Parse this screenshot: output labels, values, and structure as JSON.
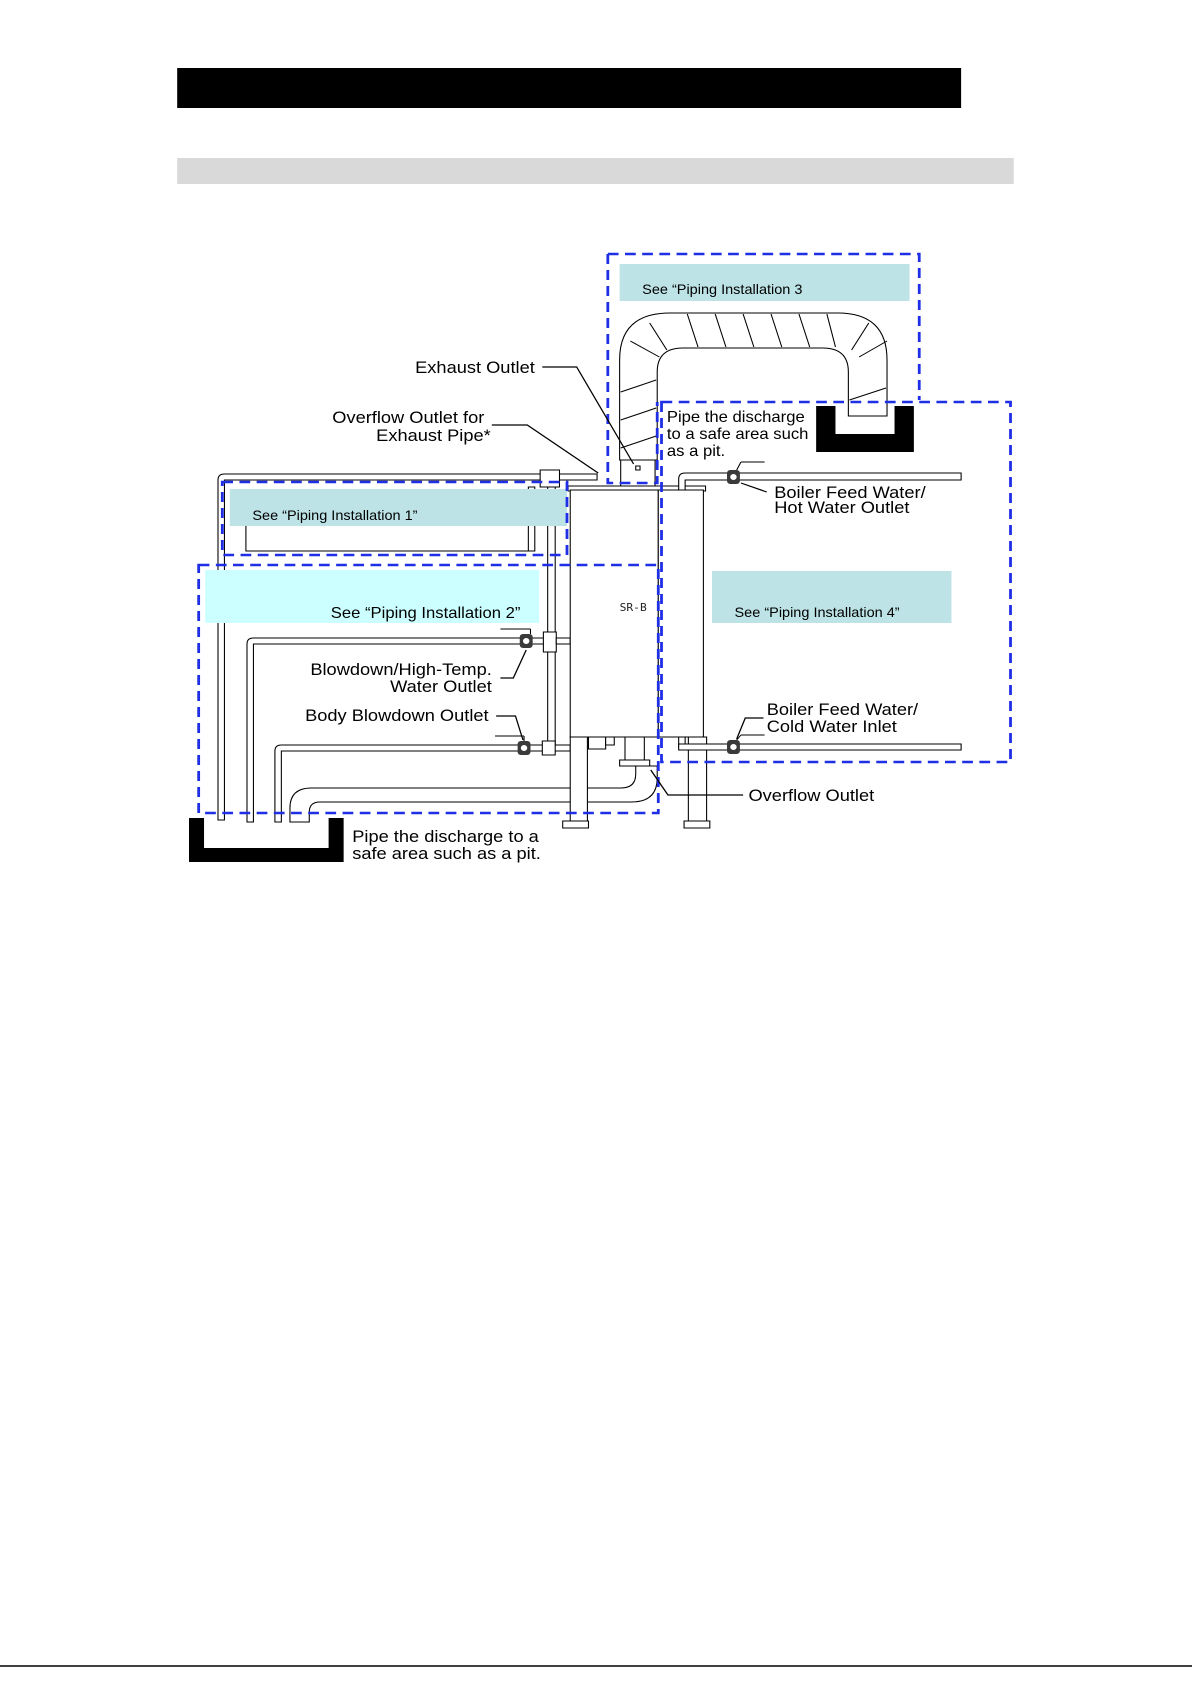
{
  "diagram": {
    "model_label": "SR-B",
    "callouts": {
      "piping_1": "See “Piping Installation 1”",
      "piping_2": "See “Piping Installation 2”",
      "piping_3": "See “Piping Installation 3",
      "piping_4": "See “Piping Installation 4”"
    },
    "labels": {
      "exhaust_outlet": "Exhaust Outlet",
      "overflow_exhaust": [
        "Overflow Outlet for",
        "Exhaust Pipe*"
      ],
      "pit_discharge_right": [
        "Pipe the discharge",
        "to a safe area such",
        "as a pit."
      ],
      "hot_water_outlet": [
        "Boiler Feed Water/",
        "Hot Water Outlet"
      ],
      "blowdown_high_temp": [
        "Blowdown/High-Temp.",
        "Water Outlet"
      ],
      "body_blowdown": "Body Blowdown Outlet",
      "cold_water_inlet": [
        "Boiler Feed Water/",
        "Cold Water Inlet"
      ],
      "overflow_outlet": "Overflow Outlet",
      "pit_discharge_left": [
        "Pipe the discharge to a",
        "safe area such as a pit."
      ]
    }
  },
  "colors": {
    "header_bar": "#000000",
    "section_bar": "#d9d9d9",
    "dashed_outline": "#1f2fe6",
    "callout_fill": "#bde3e6",
    "callout_fill_alt": "#ccffff",
    "pit_fill": "#000000"
  }
}
